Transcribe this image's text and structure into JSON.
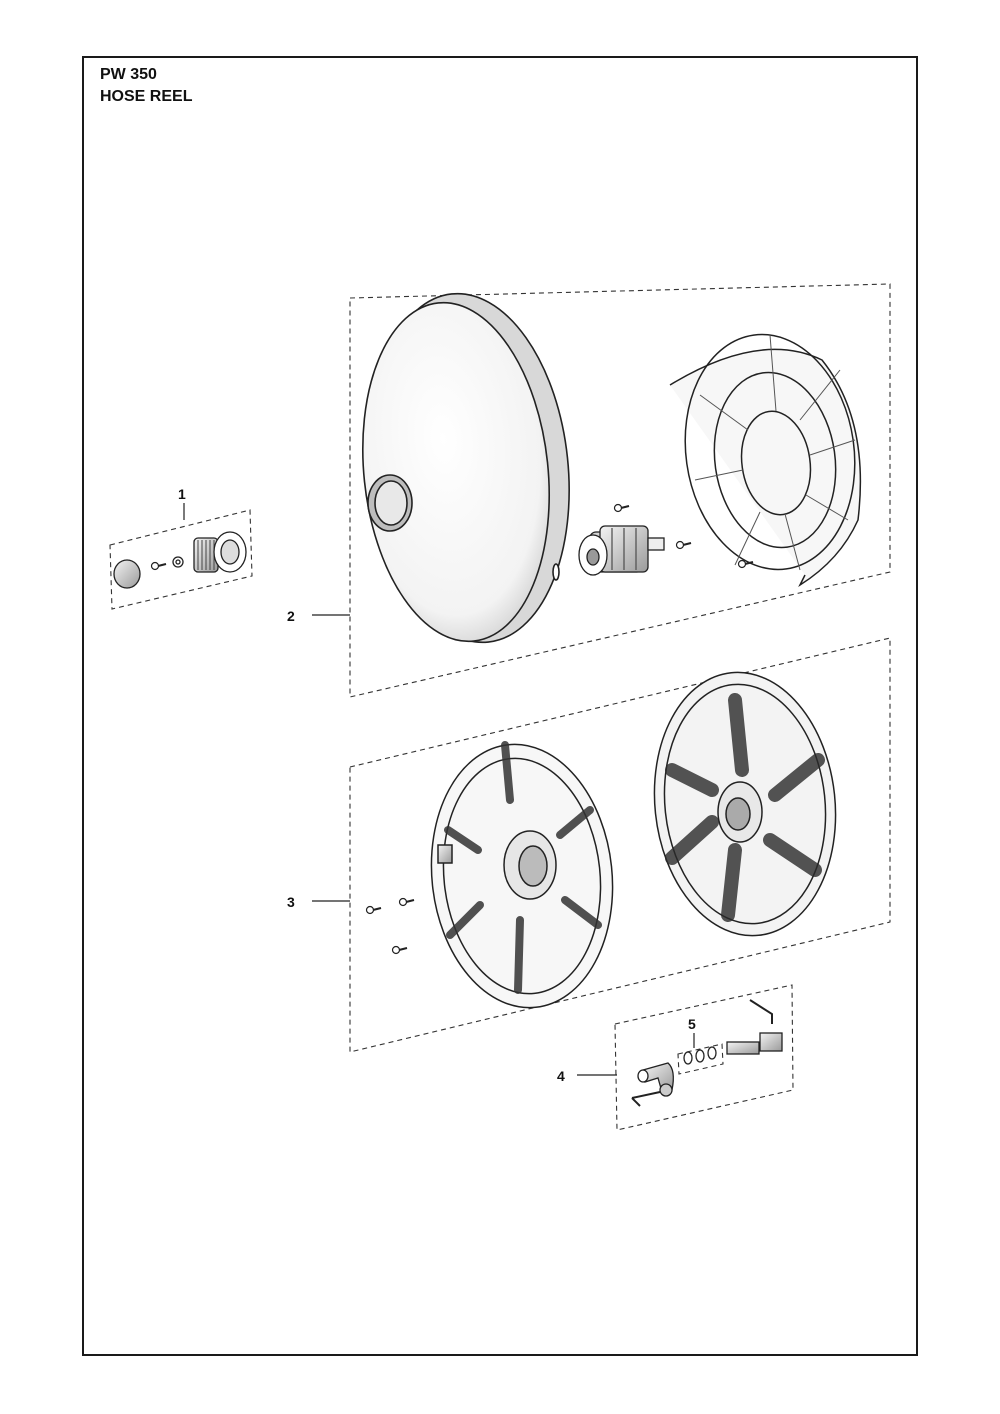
{
  "document": {
    "model": "PW 350",
    "section": "HOSE REEL"
  },
  "callouts": [
    {
      "label": "1"
    },
    {
      "label": "2"
    },
    {
      "label": "3"
    },
    {
      "label": "4"
    },
    {
      "label": "5"
    }
  ]
}
